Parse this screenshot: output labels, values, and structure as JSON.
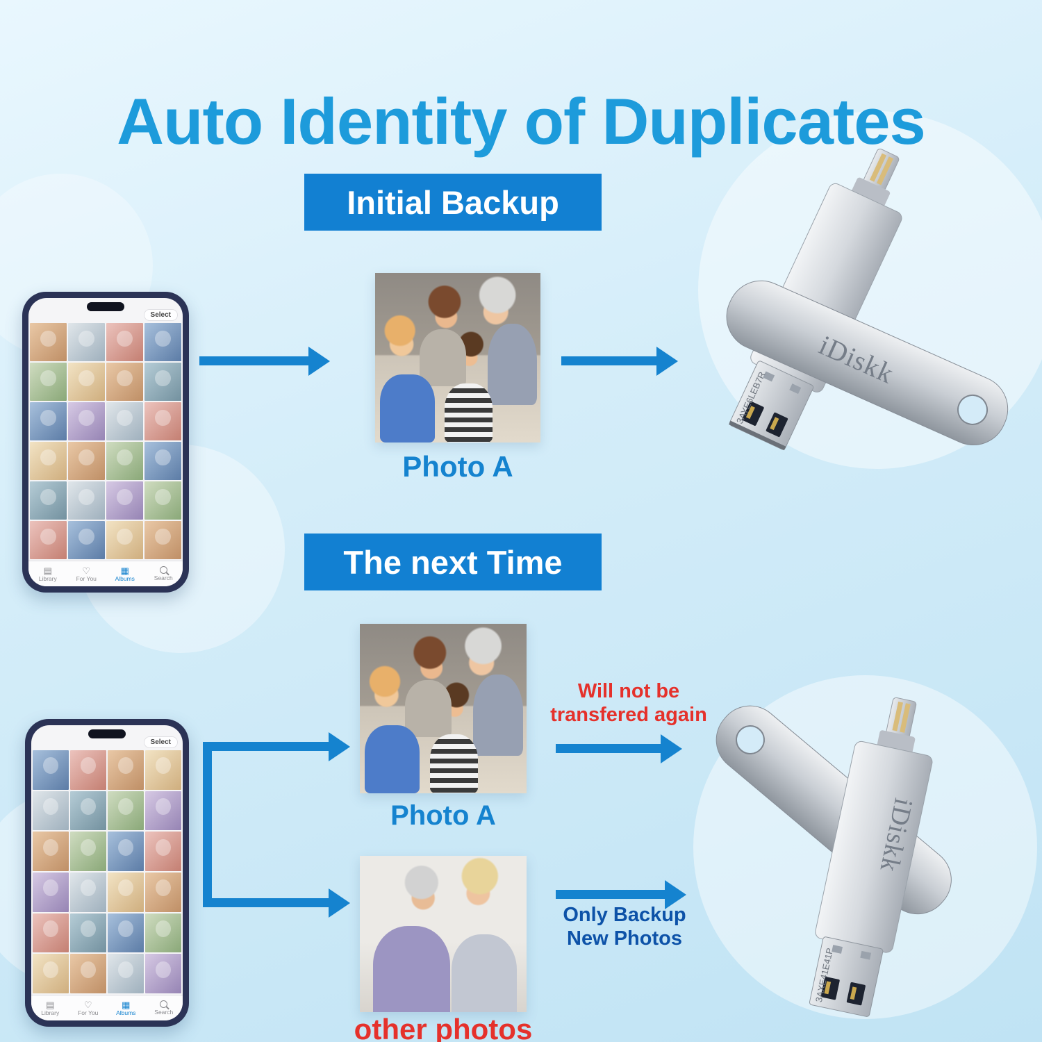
{
  "title": "Auto Identity of Duplicates",
  "colors": {
    "title_blue": "#1d9bdb",
    "banner_blue": "#1280d2",
    "arrow_blue": "#1583cf",
    "label_blue": "#1583cf",
    "note_navy": "#0d52a8",
    "alert_red": "#e5312b"
  },
  "initial_backup": {
    "banner_label": "Initial Backup",
    "photo_label": "Photo A"
  },
  "next_time": {
    "banner_label": "The next Time",
    "photo_a_label": "Photo A",
    "other_photos_label": "other photos",
    "duplicate_note": {
      "line1": "Will not be",
      "line2": "transfered again"
    },
    "backup_note": {
      "line1": "Only Backup",
      "line2": "New Photos"
    }
  },
  "drives": {
    "brand": "iDiskk",
    "top_serial": "3AYE6LEB7R",
    "bottom_serial": "3AXE41E41P"
  },
  "phone": {
    "select_button": "Select",
    "nav_items": [
      "Library",
      "For You",
      "Albums",
      "Search"
    ]
  }
}
